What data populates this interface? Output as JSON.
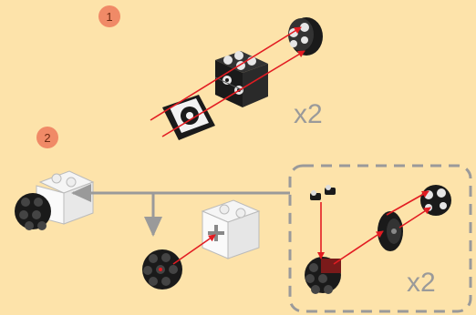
{
  "steps": [
    {
      "number": "1",
      "multiplier": "x2"
    },
    {
      "number": "2",
      "multiplier": "x2"
    }
  ],
  "colors": {
    "background": "#fde3aa",
    "step_badge": "#f08a67",
    "arrow": "#e21c22",
    "flow_arrow": "#9a9a9a",
    "sub_assembly_border": "#9a9a9a"
  }
}
